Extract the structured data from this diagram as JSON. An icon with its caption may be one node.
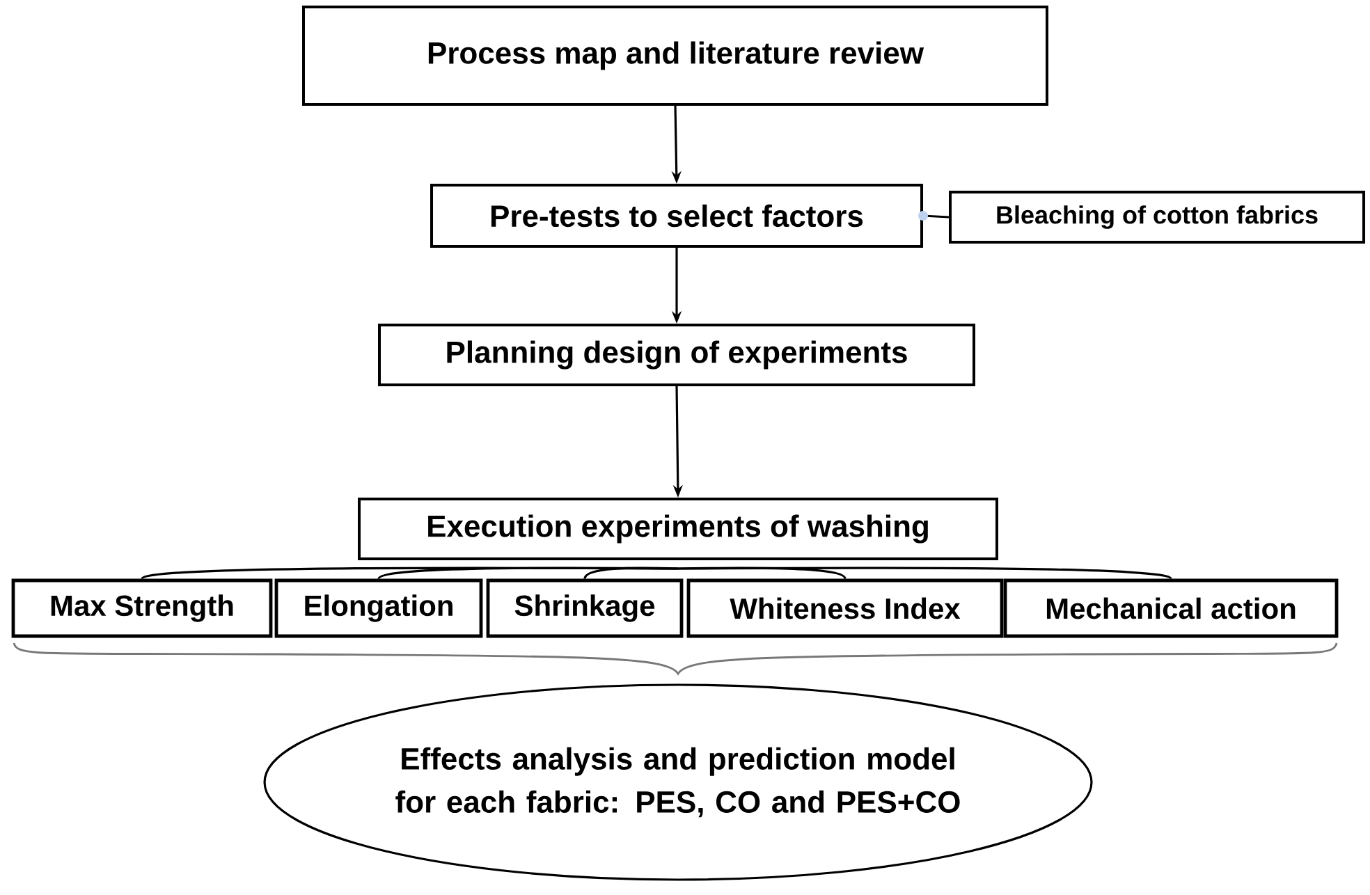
{
  "diagram": {
    "nodes": [
      {
        "text": [
          "Process map and literature review"
        ]
      },
      {
        "text": [
          "Pre-tests to select factors"
        ]
      },
      {
        "text": [
          "Bleaching of cotton fabrics"
        ]
      },
      {
        "text": [
          "Planning design of experiments"
        ]
      },
      {
        "text": [
          "Execution experiments of washing"
        ]
      },
      {
        "text": [
          "Max Strength"
        ]
      },
      {
        "text": [
          "Elongation"
        ]
      },
      {
        "text": [
          "Shrinkage"
        ]
      },
      {
        "text": [
          "Whiteness Index"
        ]
      },
      {
        "text": [
          "Mechanical action"
        ]
      },
      {
        "text": [
          "Effects analysis and prediction model for each fabric: PES, CO and PES+CO"
        ]
      }
    ],
    "edges": [
      {
        "from": 0,
        "to": 1,
        "arrow": "to"
      },
      {
        "from": 1,
        "to": 2,
        "arrow": "none"
      },
      {
        "from": 1,
        "to": 3,
        "arrow": "to"
      },
      {
        "from": 3,
        "to": 4,
        "arrow": "to"
      },
      {
        "from": 4,
        "to": 5,
        "arrow": "none"
      },
      {
        "from": 4,
        "to": 6,
        "arrow": "none"
      },
      {
        "from": 4,
        "to": 7,
        "arrow": "none"
      },
      {
        "from": 4,
        "to": 8,
        "arrow": "none"
      },
      {
        "from": 4,
        "to": 9,
        "arrow": "none"
      }
    ]
  }
}
